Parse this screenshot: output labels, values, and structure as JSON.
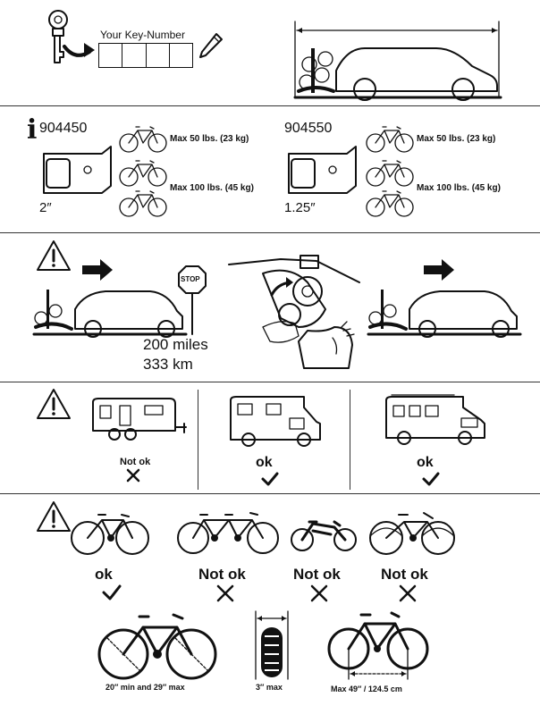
{
  "key": {
    "label": "Your Key-Number"
  },
  "products": [
    {
      "code": "904450",
      "size": "2″",
      "max_small": "Max 50 lbs. (23 kg)",
      "max_large": "Max 100 lbs. (45 kg)"
    },
    {
      "code": "904550",
      "size": "1.25″",
      "max_small": "Max 50 lbs. (23 kg)",
      "max_large": "Max 100 lbs. (45 kg)"
    }
  ],
  "distance": {
    "miles": "200 miles",
    "km": "333 km"
  },
  "stop_sign": "STOP",
  "vehicles": [
    {
      "status": "Not ok"
    },
    {
      "status": "ok"
    },
    {
      "status": "ok"
    }
  ],
  "bikes": [
    {
      "status": "ok"
    },
    {
      "status": "Not ok"
    },
    {
      "status": "Not ok"
    },
    {
      "status": "Not ok"
    }
  ],
  "limits": {
    "wheel": "20″ min and 29″ max",
    "tire": "3″ max",
    "wheelbase": "Max 49″ / 124.5 cm"
  }
}
